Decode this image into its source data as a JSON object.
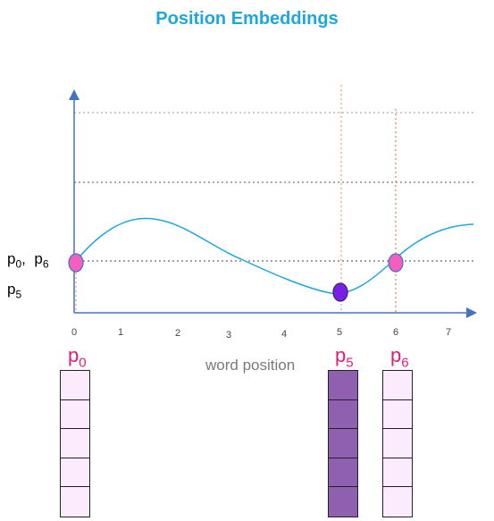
{
  "title": "Position Embeddings",
  "x_axis": {
    "label": "word position",
    "ticks": [
      "0",
      "1",
      "2",
      "3",
      "4",
      "5",
      "6",
      "7"
    ]
  },
  "y_labels": {
    "row1_a": "p",
    "row1_a_sub": "0",
    "row1_sep": ",",
    "row1_b": "p",
    "row1_b_sub": "6",
    "row2": "p",
    "row2_sub": "5"
  },
  "vector_labels": {
    "v0": "p",
    "v0_sub": "0",
    "v5": "p",
    "v5_sub": "5",
    "v6": "p",
    "v6_sub": "6"
  },
  "colors": {
    "title": "#1ea7dd",
    "curve": "#1ea7dd",
    "axis": "#4472c4",
    "pink_point": "#f25fbe",
    "purple_point": "#7a1fe6",
    "vec_light": "#fcebfc",
    "vec_dark": "#9060b0",
    "label_pink": "#e4197a"
  },
  "vectors": [
    {
      "name": "p0",
      "cells": 5,
      "fill": "light"
    },
    {
      "name": "p5",
      "cells": 5,
      "fill": "dark"
    },
    {
      "name": "p6",
      "cells": 5,
      "fill": "light"
    }
  ]
}
